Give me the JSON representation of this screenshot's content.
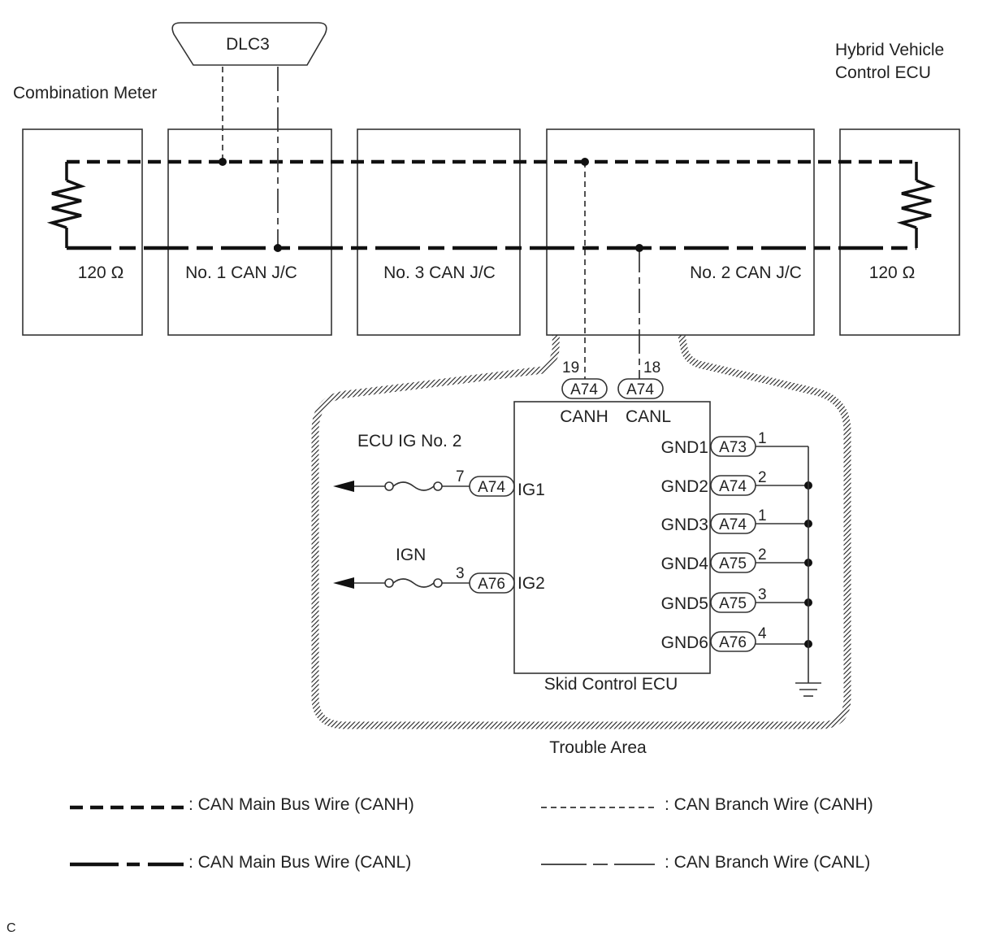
{
  "labels": {
    "dlc3": "DLC3",
    "combination_meter": "Combination Meter",
    "hybrid_vehicle_ecu_line1": "Hybrid Vehicle",
    "hybrid_vehicle_ecu_line2": "Control ECU",
    "res_left": "120 Ω",
    "res_right": "120 Ω",
    "jc1": "No. 1 CAN J/C",
    "jc3": "No. 3 CAN J/C",
    "jc2": "No. 2 CAN J/C",
    "skid_ecu": "Skid Control ECU",
    "trouble_area": "Trouble Area",
    "ecu_ig_no2": "ECU IG No. 2",
    "ign": "IGN",
    "footnote": "C"
  },
  "top_pins": [
    {
      "pin": "19",
      "connector": "A74",
      "signal": "CANH"
    },
    {
      "pin": "18",
      "connector": "A74",
      "signal": "CANL"
    }
  ],
  "left_pins": [
    {
      "pin": "7",
      "connector": "A74",
      "signal": "IG1"
    },
    {
      "pin": "3",
      "connector": "A76",
      "signal": "IG2"
    }
  ],
  "gnd_pins": [
    {
      "signal": "GND1",
      "connector": "A73",
      "pin": "1"
    },
    {
      "signal": "GND2",
      "connector": "A74",
      "pin": "2"
    },
    {
      "signal": "GND3",
      "connector": "A74",
      "pin": "1"
    },
    {
      "signal": "GND4",
      "connector": "A75",
      "pin": "2"
    },
    {
      "signal": "GND5",
      "connector": "A75",
      "pin": "3"
    },
    {
      "signal": "GND6",
      "connector": "A76",
      "pin": "4"
    }
  ],
  "legend": {
    "main_canh": ": CAN Main Bus Wire (CANH)",
    "main_canl": ": CAN Main Bus Wire (CANL)",
    "branch_canh": ": CAN Branch Wire (CANH)",
    "branch_canl": ": CAN Branch Wire (CANL)"
  }
}
